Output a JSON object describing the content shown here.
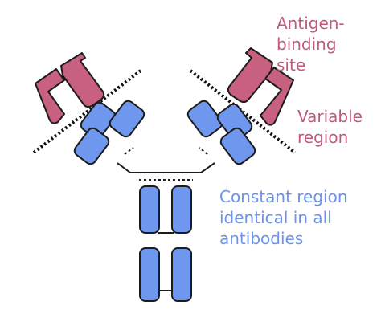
{
  "labels": {
    "antigen_binding": [
      "Antigen-",
      "binding",
      "site"
    ],
    "variable": [
      "Variable",
      "region"
    ],
    "constant": [
      "Constant region",
      "identical in all",
      "antibodies"
    ]
  },
  "colors": {
    "variable_fill": "#c8607f",
    "constant_fill": "#6f97ee",
    "outline": "#1c1c1c",
    "variable_text": "#c05a78",
    "constant_text": "#6b93ec"
  }
}
